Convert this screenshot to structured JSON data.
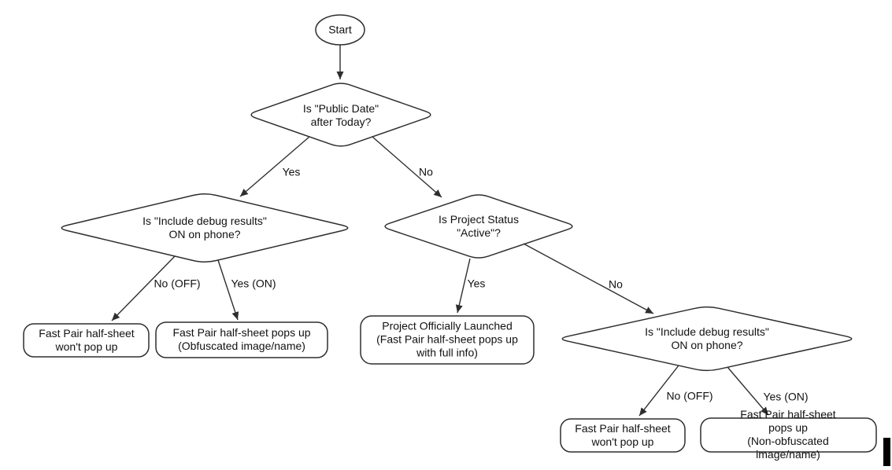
{
  "colors": {
    "background": "#ffffff",
    "stroke": "#2e2e2e",
    "node-fill": "#ffffff",
    "text": "#111111",
    "cursor": "#000000"
  },
  "flowchart": {
    "start": {
      "label": "Start"
    },
    "decisions": {
      "public_date": {
        "label": "Is \"Public Date\"\nafter Today?"
      },
      "debug_left": {
        "label": "Is \"Include debug results\"\nON on phone?"
      },
      "project_status": {
        "label": "Is Project Status\n\"Active\"?"
      },
      "debug_right": {
        "label": "Is \"Include debug results\"\nON on phone?"
      }
    },
    "outcomes": {
      "wont_popup_left": {
        "label": "Fast Pair half-sheet\nwon't pop up"
      },
      "obfuscated": {
        "label": "Fast Pair half-sheet pops up\n(Obfuscated image/name)"
      },
      "launched": {
        "label": "Project Officially Launched\n(Fast Pair half-sheet pops up\nwith full info)"
      },
      "wont_popup_right": {
        "label": "Fast Pair half-sheet\nwon't pop up"
      },
      "non_obfuscated": {
        "label": "Fast Pair half-sheet pops up\n(Non-obfuscated image/name)"
      }
    },
    "edge_labels": {
      "d1_yes": "Yes",
      "d1_no": "No",
      "d2_no": "No (OFF)",
      "d2_yes": "Yes (ON)",
      "d3_yes": "Yes",
      "d3_no": "No",
      "d4_no": "No (OFF)",
      "d4_yes": "Yes (ON)"
    }
  }
}
